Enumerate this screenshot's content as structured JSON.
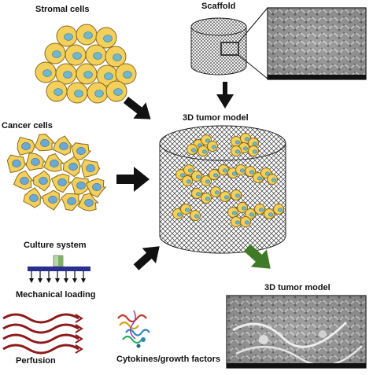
{
  "labels": {
    "stromal_cells": "Stromal cells",
    "scaffold": "Scaffold",
    "cancer_cells": "Cancer cells",
    "tumor_model_center": "3D tumor model",
    "culture_system": "Culture system",
    "mechanical_loading": "Mechanical loading",
    "perfusion": "Perfusion",
    "cytokines": "Cytokines/growth factors",
    "tumor_model_bottom": "3D tumor model"
  },
  "colors": {
    "arrow_black": "#111111",
    "arrow_green": "#3f7a26",
    "cell_fill": "#f3cf5c",
    "cell_edge": "#8a6a1a",
    "stromal_nucleus": "#6fb8cf",
    "cancer_nucleus": "#6aa8d6",
    "perfusion_red": "#8e1b1b",
    "loading_blue": "#2a2f8f"
  }
}
